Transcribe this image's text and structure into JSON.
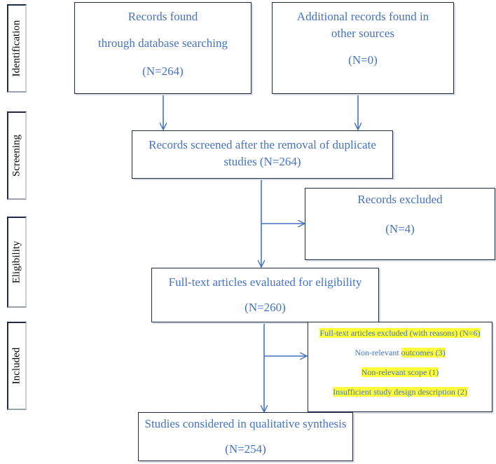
{
  "stages": {
    "identification": "Identification",
    "screening": "Screening",
    "eligibility": "Eligibility",
    "included": "Included"
  },
  "boxes": {
    "records_found": {
      "line1": "Records found",
      "line2": "through database searching",
      "count": "(N=264)"
    },
    "additional_records": {
      "line1": "Additional records found in",
      "line2": "other sources",
      "count": "(N=0)"
    },
    "records_screened": {
      "line1": "Records screened after the removal of duplicate",
      "line2": "studies (N=264)"
    },
    "records_excluded": {
      "line1": "Records excluded",
      "count": "(N=4)"
    },
    "full_text": {
      "line1": "Full-text articles evaluated for eligibility",
      "count": "(N=260)"
    },
    "full_text_excluded": {
      "title": "Full-text articles excluded (with reasons) (N=6)",
      "reason1_prefix": "Non-relevant ",
      "reason1_highlight": "outcomes (3)",
      "reason2": "Non-relevant scope (1)",
      "reason3": "Insufficient study design description (2)"
    },
    "qualitative": {
      "line1": "Studies considered in qualitative synthesis",
      "count": "(N=254)"
    }
  },
  "colors": {
    "text": "#4472c4",
    "arrow": "#4472c4",
    "border": "#1f2a44",
    "highlight": "#ffff3a"
  }
}
